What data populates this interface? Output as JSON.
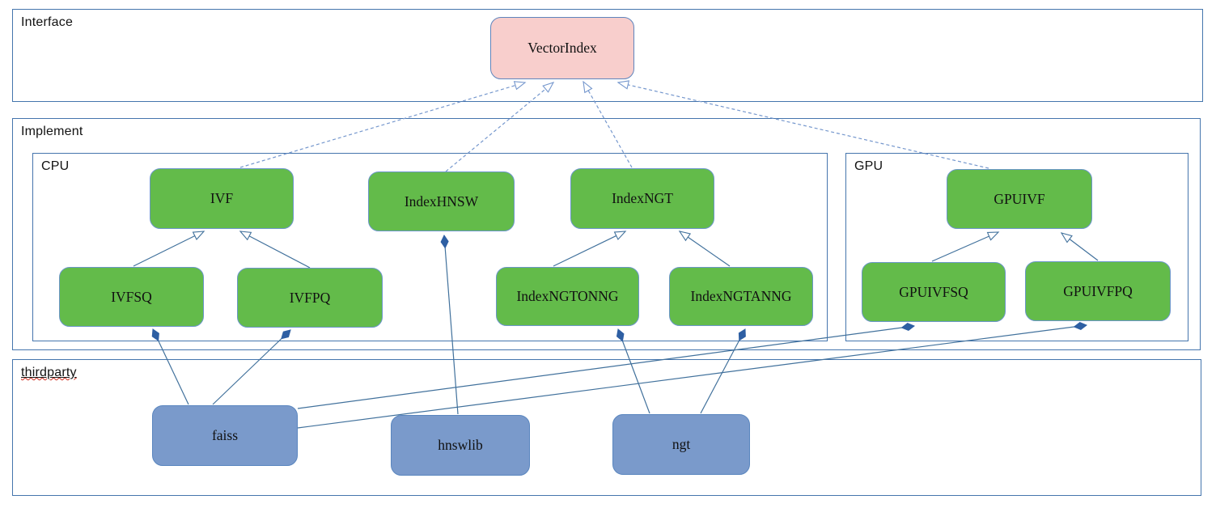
{
  "containers": {
    "interface": {
      "label": "Interface"
    },
    "implement": {
      "label": "Implement"
    },
    "cpu": {
      "label": "CPU"
    },
    "gpu": {
      "label": "GPU"
    },
    "thirdparty": {
      "label": "thirdparty"
    }
  },
  "nodes": {
    "vectorindex": {
      "label": "VectorIndex",
      "kind": "interface"
    },
    "ivf": {
      "label": "IVF",
      "kind": "cpu-class"
    },
    "indexhnsw": {
      "label": "IndexHNSW",
      "kind": "cpu-class"
    },
    "indexngt": {
      "label": "IndexNGT",
      "kind": "cpu-class"
    },
    "ivfsq": {
      "label": "IVFSQ",
      "kind": "cpu-class"
    },
    "ivfpq": {
      "label": "IVFPQ",
      "kind": "cpu-class"
    },
    "indexngtonng": {
      "label": "IndexNGTONNG",
      "kind": "cpu-class"
    },
    "indexngtanng": {
      "label": "IndexNGTANNG",
      "kind": "cpu-class"
    },
    "gpuivf": {
      "label": "GPUIVF",
      "kind": "gpu-class"
    },
    "gpuivfsq": {
      "label": "GPUIVFSQ",
      "kind": "gpu-class"
    },
    "gpuivfpq": {
      "label": "GPUIVFPQ",
      "kind": "gpu-class"
    },
    "faiss": {
      "label": "faiss",
      "kind": "thirdparty-lib"
    },
    "hnswlib": {
      "label": "hnswlib",
      "kind": "thirdparty-lib"
    },
    "ngt": {
      "label": "ngt",
      "kind": "thirdparty-lib"
    }
  },
  "relationships": [
    {
      "from": "IVF",
      "to": "VectorIndex",
      "type": "realization-dashed"
    },
    {
      "from": "IndexHNSW",
      "to": "VectorIndex",
      "type": "realization-dashed"
    },
    {
      "from": "IndexNGT",
      "to": "VectorIndex",
      "type": "realization-dashed"
    },
    {
      "from": "GPUIVF",
      "to": "VectorIndex",
      "type": "realization-dashed"
    },
    {
      "from": "IVFSQ",
      "to": "IVF",
      "type": "generalization"
    },
    {
      "from": "IVFPQ",
      "to": "IVF",
      "type": "generalization"
    },
    {
      "from": "IndexNGTONNG",
      "to": "IndexNGT",
      "type": "generalization"
    },
    {
      "from": "IndexNGTANNG",
      "to": "IndexNGT",
      "type": "generalization"
    },
    {
      "from": "GPUIVFSQ",
      "to": "GPUIVF",
      "type": "generalization"
    },
    {
      "from": "GPUIVFPQ",
      "to": "GPUIVF",
      "type": "generalization"
    },
    {
      "from": "faiss",
      "to": "IVFSQ",
      "type": "composition"
    },
    {
      "from": "faiss",
      "to": "IVFPQ",
      "type": "composition"
    },
    {
      "from": "faiss",
      "to": "GPUIVFSQ",
      "type": "composition"
    },
    {
      "from": "faiss",
      "to": "GPUIVFPQ",
      "type": "composition"
    },
    {
      "from": "hnswlib",
      "to": "IndexHNSW",
      "type": "composition"
    },
    {
      "from": "ngt",
      "to": "IndexNGTONNG",
      "type": "composition"
    },
    {
      "from": "ngt",
      "to": "IndexNGTANNG",
      "type": "composition"
    }
  ],
  "colors": {
    "class_green": "#63bb4a",
    "thirdparty_blue": "#7a9acb",
    "interface_pink": "#f8cecc",
    "edge_blue": "#41719c",
    "dashed_edge_blue": "#7597cd",
    "container_border": "#4575ad",
    "diamond_blue": "#2e5fa3",
    "spellcheck_red": "#cc2b1d"
  }
}
